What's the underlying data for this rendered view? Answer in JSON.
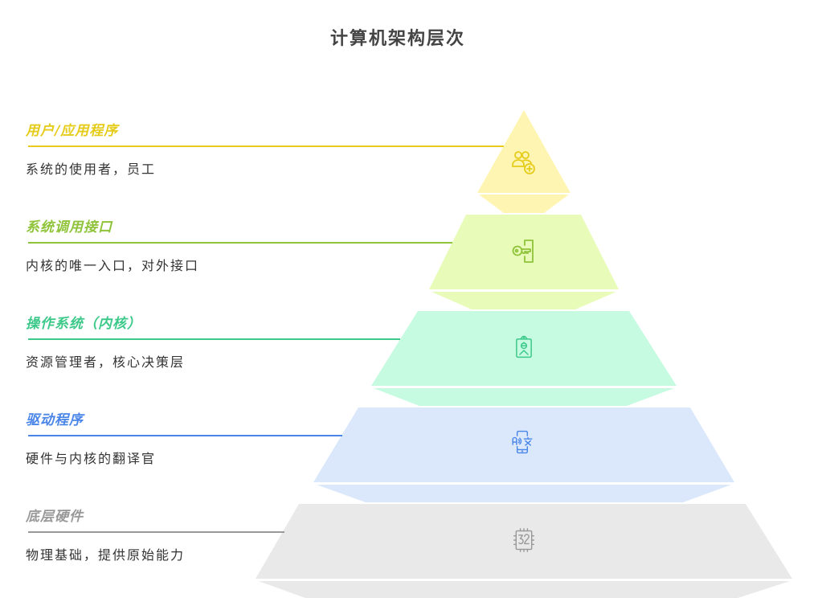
{
  "title": "计算机架构层次",
  "layers": [
    {
      "label": "用户/应用程序",
      "desc": "系统的使用者，员工",
      "color": "#e6cc1a",
      "fill": "#fff5b3",
      "icon": "user-add-icon"
    },
    {
      "label": "系统调用接口",
      "desc": "内核的唯一入口，对外接口",
      "color": "#8fc43a",
      "fill": "#e8fbb8",
      "icon": "key-door-icon"
    },
    {
      "label": "操作系统（内核）",
      "desc": "资源管理者，核心决策层",
      "color": "#3dc98a",
      "fill": "#c6fbe2",
      "icon": "id-badge-icon"
    },
    {
      "label": "驱动程序",
      "desc": "硬件与内核的翻译官",
      "color": "#4a86e8",
      "fill": "#dbe8fc",
      "icon": "phone-translate-icon"
    },
    {
      "label": "底层硬件",
      "desc": "物理基础，提供原始能力",
      "color": "#999999",
      "fill": "#e9e9e9",
      "icon": "chip-32-icon"
    }
  ]
}
